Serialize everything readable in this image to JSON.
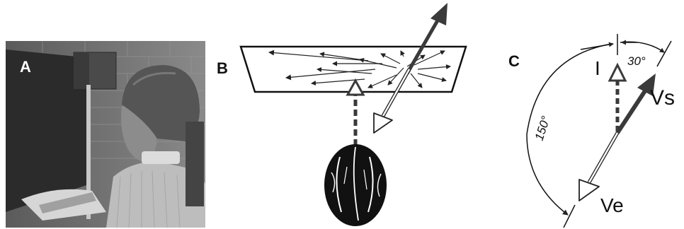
{
  "panels": [
    {
      "id": "A",
      "label": "A"
    },
    {
      "id": "B",
      "label": "B"
    },
    {
      "id": "C",
      "label": "C"
    }
  ],
  "panel_c": {
    "vector_i": "I",
    "vector_vs": "Vs",
    "vector_ve": "Ve",
    "angle_small": "30°",
    "angle_large": "150°"
  },
  "colors": {
    "ink": "#111111",
    "dark_arrow": "#3a3a3a",
    "photo_bg": "#6e6e6e"
  }
}
